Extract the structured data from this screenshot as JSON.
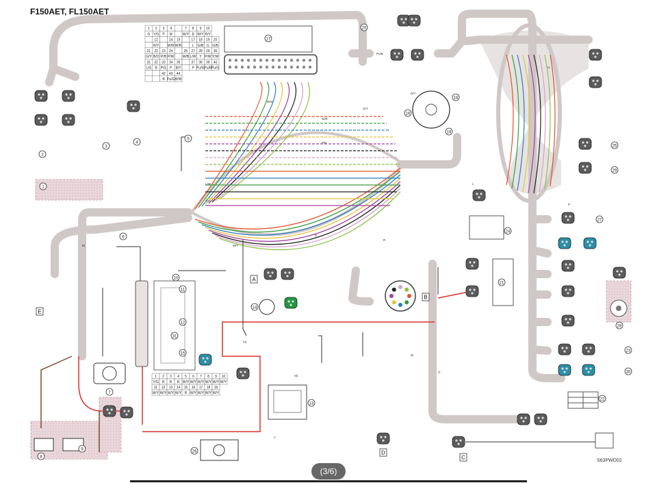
{
  "title": "F150AET, FL150AET",
  "page_indicator": "(3/6)",
  "diagram_code": "S63PWD02",
  "colors": {
    "harness": "#cfc8c6",
    "harness_stroke": "#b9b1ae",
    "pink_zone": "#ead7dc",
    "teal_connector": "#2a8fa7",
    "green_connector": "#1f9a3e",
    "connector_dark": "#5b5b5b",
    "red_wire": "#d9342b",
    "brown_wire": "#7a4a2a"
  },
  "pin_table_top": [
    [
      "1",
      "2",
      "3",
      "4",
      "",
      "7",
      "8",
      "9",
      "10"
    ],
    [
      "G",
      "Y/G",
      "P",
      "W",
      "",
      "W/Y",
      "B",
      "W/Y",
      "R/Y"
    ],
    [
      "",
      "12",
      "",
      "14",
      "15",
      "",
      "17",
      "18",
      "19",
      "20"
    ],
    [
      "",
      "R/Y",
      "",
      "W/R",
      "W/R",
      "",
      "L",
      "G/B",
      "G",
      "G/B"
    ],
    [
      "21",
      "22",
      "23",
      "24",
      "",
      "26",
      "27",
      "28",
      "29",
      "30"
    ],
    [
      "G/Y",
      "B/O",
      "P/B",
      "P/W",
      "",
      "W/B",
      "L/W",
      "Y",
      "P/W",
      "Y/W"
    ],
    [
      "31",
      "32",
      "33",
      "34",
      "35",
      "",
      "37",
      "38",
      "39",
      "40"
    ],
    [
      "L/G",
      "B",
      "P/G",
      "P",
      "B/Y",
      "",
      "P",
      "Pu/W",
      "Pu/B",
      "Pu/G"
    ],
    [
      "",
      "",
      "42",
      "43",
      "44"
    ],
    [
      "",
      "",
      "B",
      "Pu/G",
      "B/W"
    ]
  ],
  "pin_table_bottom": [
    [
      "1",
      "2",
      "3",
      "4",
      "5",
      "6",
      "7",
      "8",
      "9",
      "10"
    ],
    [
      "Y/G",
      "R",
      "R",
      "R",
      "W/Y",
      "W/Y",
      "W/Y",
      "W/Y",
      "W/Y",
      "W/Y"
    ],
    [
      "11",
      "12",
      "13",
      "14",
      "15",
      "16",
      "17",
      "18",
      "19"
    ],
    [
      "W/Y",
      "W/Y",
      "W/Y",
      "W/Y",
      "R",
      "W/Y",
      "W/Y",
      "W/Y",
      "W/Y"
    ]
  ],
  "callouts": [
    {
      "n": "1",
      "label": "①"
    },
    {
      "n": "2",
      "label": "②"
    },
    {
      "n": "3",
      "label": "③"
    },
    {
      "n": "4",
      "label": "④"
    },
    {
      "n": "5",
      "label": "⑤"
    },
    {
      "n": "6",
      "label": "⑥"
    },
    {
      "n": "7",
      "label": "⑦"
    },
    {
      "n": "8",
      "label": "⑧"
    },
    {
      "n": "9",
      "label": "⑨"
    },
    {
      "n": "10",
      "label": "⑩"
    },
    {
      "n": "11",
      "label": "⑪"
    },
    {
      "n": "12",
      "label": "⑫"
    },
    {
      "n": "13",
      "label": "⑬"
    },
    {
      "n": "14",
      "label": "⑭"
    },
    {
      "n": "15",
      "label": "⑮"
    },
    {
      "n": "16",
      "label": "⑯"
    },
    {
      "n": "17",
      "label": "⑰"
    },
    {
      "n": "18",
      "label": "⑱"
    },
    {
      "n": "19",
      "label": "⑲"
    },
    {
      "n": "20",
      "label": "⑳"
    },
    {
      "n": "21",
      "label": "㉑"
    },
    {
      "n": "22",
      "label": "㉒"
    },
    {
      "n": "23",
      "label": "㉓"
    },
    {
      "n": "24",
      "label": "㉔"
    },
    {
      "n": "25",
      "label": "㉕"
    },
    {
      "n": "26",
      "label": "㉖"
    },
    {
      "n": "27",
      "label": "㉗"
    },
    {
      "n": "28",
      "label": "㉘"
    },
    {
      "n": "29",
      "label": "㉙"
    },
    {
      "n": "30",
      "label": "㉚"
    },
    {
      "n": "31",
      "label": "㉛"
    }
  ],
  "letter_markers": [
    "A",
    "B",
    "C",
    "D",
    "E"
  ],
  "wire_labels": [
    "B/W",
    "W/R",
    "G/Y",
    "P/B",
    "L/W",
    "Y/G",
    "Pu/B",
    "R/Y",
    "W/Y",
    "B",
    "R",
    "L",
    "G",
    "P",
    "W",
    "Y",
    "Lg",
    "Sb",
    "Br",
    "O"
  ]
}
